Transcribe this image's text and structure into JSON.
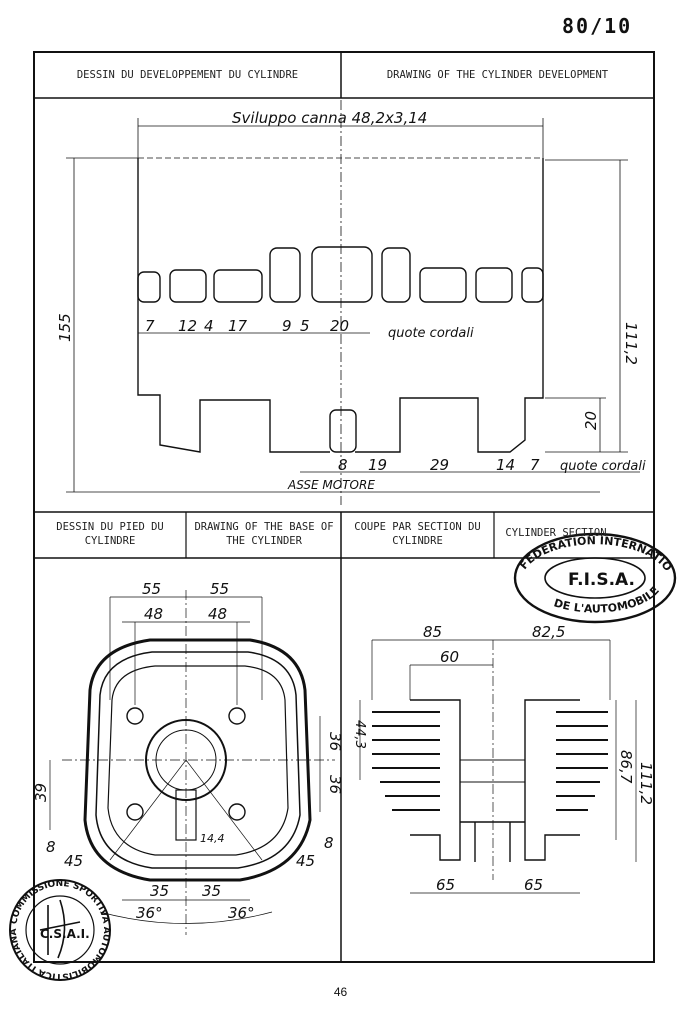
{
  "page_ref": "80/10",
  "page_number": "46",
  "section1": {
    "title_fr": "DESSIN DU DEVELOPPEMENT DU CYLINDRE",
    "title_en": "DRAWING OF THE CYLINDER DEVELOPMENT",
    "dims": {
      "sviluppo": "Sviluppo canna 48,2x3,14",
      "height_total": "155",
      "height_right": "111,2",
      "height_small": "20",
      "upper_chords": [
        "7",
        "12",
        "4",
        "17",
        "9",
        "5",
        "20"
      ],
      "lower_chords": [
        "8",
        "19",
        "29",
        "14",
        "7"
      ],
      "quote_cordali": "quote cordali",
      "asse_motore": "ASSE MOTORE"
    }
  },
  "section2": {
    "base_title_fr": "DESSIN DU PIED DU CYLINDRE",
    "base_title_en": "DRAWING OF THE BASE OF THE CYLINDER",
    "section_title_fr": "COUPE PAR SECTION DU CYLINDRE",
    "section_title_en": "CYLINDER SECTION",
    "base_dims": [
      "55",
      "55",
      "48",
      "48",
      "36",
      "36",
      "39",
      "14,4",
      "45",
      "45",
      "8",
      "8",
      "35",
      "35",
      "36°",
      "36°"
    ],
    "section_dims": [
      "85",
      "82,5",
      "60",
      "44,3",
      "86,7",
      "111,2",
      "65",
      "65"
    ]
  },
  "stamps": {
    "fisa_ring_top": "FEDERATION INTERNATIONALE",
    "fisa_ring_bottom": "DE L'AUTOMOBILE",
    "fisa_center": "F.I.S.A.",
    "csai_ring": "COMMISSIONE SPORTIVA AUTOMOBILISTICA ITALIANA",
    "csai_center": "C.S.A.I."
  }
}
